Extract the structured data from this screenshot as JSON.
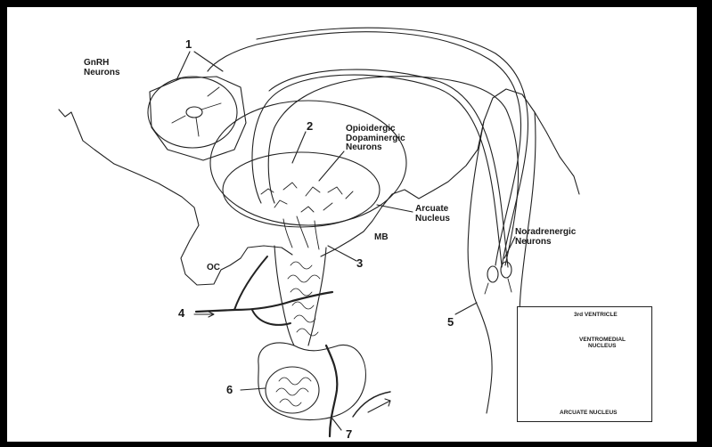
{
  "labels": {
    "gnrh_neurons": [
      "GnRH",
      "Neurons"
    ],
    "opioidergic_neurons": [
      "Opioidergic",
      "Dopaminergic",
      "Neurons"
    ],
    "arcuate_nucleus": [
      "Arcuate",
      "Nucleus"
    ],
    "noradrenergic_neurons": [
      "Noradrenergic",
      "Neurons"
    ],
    "mb": "MB",
    "oc": "OC"
  },
  "numbers": [
    "1",
    "2",
    "3",
    "4",
    "5",
    "6",
    "7"
  ],
  "inset": {
    "third_ventricle": "3rd VENTRICLE",
    "ventromedial_nucleus": [
      "VENTROMEDIAL",
      "NUCLEUS"
    ],
    "arcuate_nucleus": "ARCUATE NUCLEUS"
  }
}
